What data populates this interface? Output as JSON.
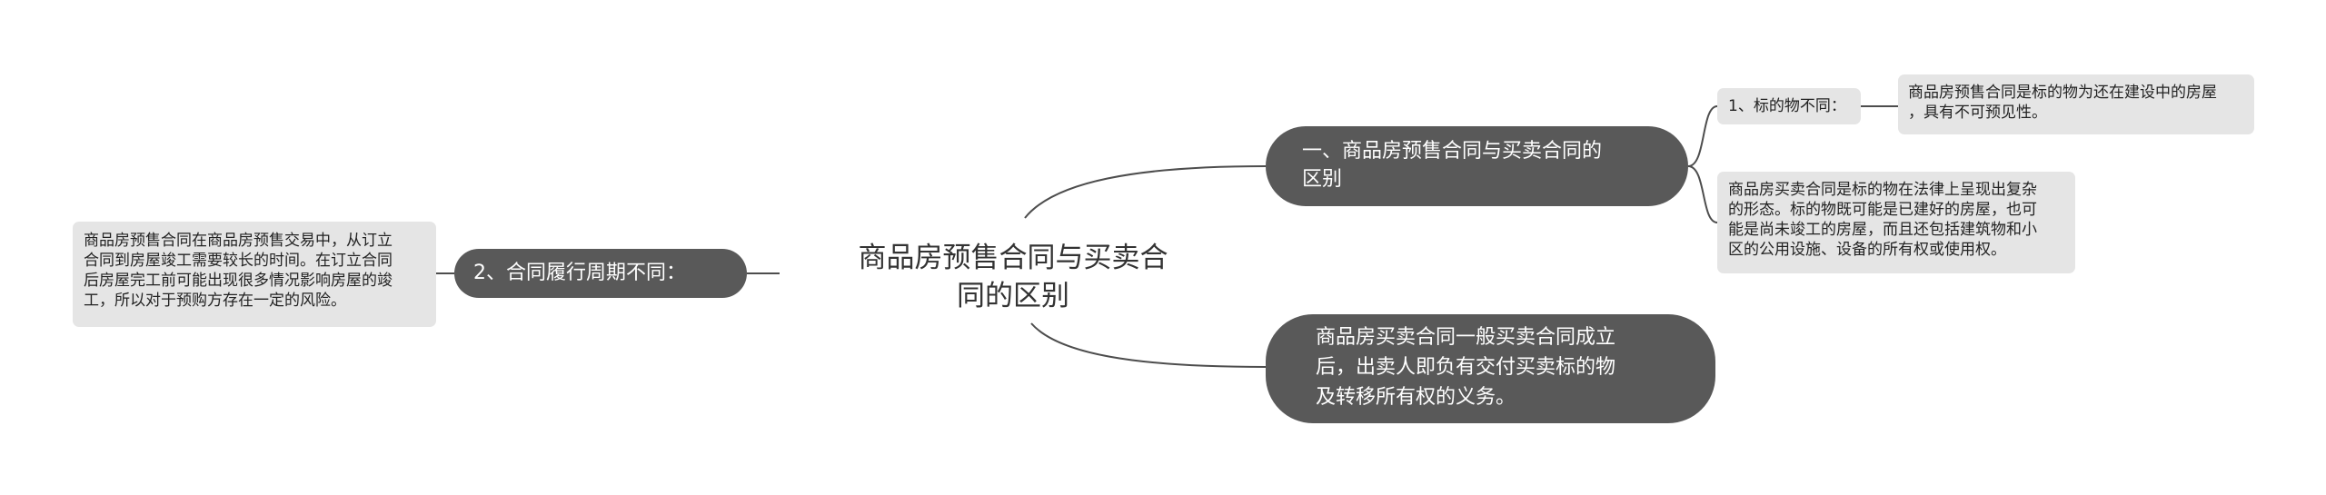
{
  "central": {
    "line1": "商品房预售合同与买卖合",
    "line2": "同的区别"
  },
  "branches": {
    "difference": {
      "line1": "一、商品房预售合同与买卖合同的",
      "line2": "区别"
    },
    "sale_contract": {
      "line1": "商品房买卖合同一般买卖合同成立",
      "line2": "后，出卖人即负有交付买卖标的物",
      "line3": "及转移所有权的义务。"
    },
    "cycle": {
      "label": "2、合同履行周期不同："
    }
  },
  "leaves": {
    "subject_label": "1、标的物不同：",
    "presale_subject": {
      "line1": "商品房预售合同是标的物为还在建设中的房屋",
      "line2": "，具有不可预见性。"
    },
    "sale_subject": {
      "line1": "商品房买卖合同是标的物在法律上呈现出复杂",
      "line2": "的形态。标的物既可能是已建好的房屋，也可",
      "line3": "能是尚未竣工的房屋，而且还包括建筑物和小",
      "line4": "区的公用设施、设备的所有权或使用权。"
    },
    "cycle_detail": {
      "line1": "商品房预售合同在商品房预售交易中，从订立",
      "line2": "合同到房屋竣工需要较长的时间。在订立合同",
      "line3": "后房屋完工前可能出现很多情况影响房屋的竣",
      "line4": "工，所以对于预购方存在一定的风险。"
    }
  },
  "colors": {
    "dark_node": "#595959",
    "light_node": "#e5e5e5",
    "connector": "#4d4d4d"
  }
}
